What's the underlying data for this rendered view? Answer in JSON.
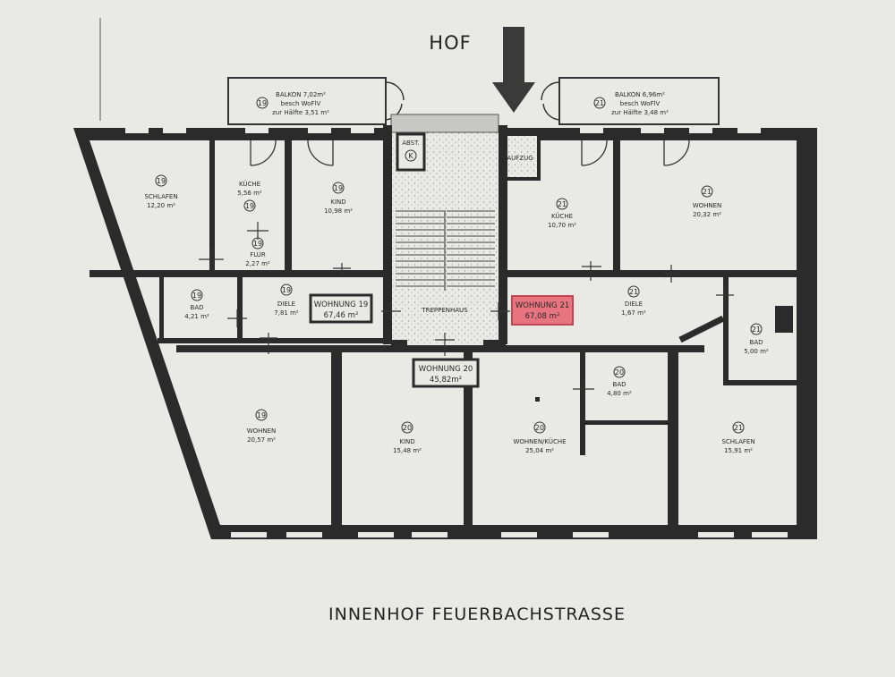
{
  "header": {
    "title": "HOF"
  },
  "footer": {
    "title": "INNENHOF FEUERBACHSTRASSE"
  },
  "balconies": [
    {
      "unit": "19",
      "label": "BALKON 7,02m²",
      "sub1": "besch WoFlV",
      "sub2": "zur Hälfte 3,51 m²"
    },
    {
      "unit": "21",
      "label": "BALKON 6,96m²",
      "sub1": "besch WoFlV",
      "sub2": "zur Hälfte 3,48 m²"
    }
  ],
  "rooms": [
    {
      "unit": "19",
      "name": "SCHLAFEN",
      "area": "12,20 m²"
    },
    {
      "unit": "19",
      "name": "KÜCHE",
      "area": "5,56 m²"
    },
    {
      "unit": "19",
      "name": "KIND",
      "area": "10,98 m²"
    },
    {
      "unit": "19",
      "name": "FLUR",
      "area": "2,27 m²"
    },
    {
      "unit": "19",
      "name": "BAD",
      "area": "4,21 m²"
    },
    {
      "unit": "19",
      "name": "DIELE",
      "area": "7,81 m²"
    },
    {
      "unit": "19",
      "name": "WOHNEN",
      "area": "20,57 m²"
    },
    {
      "unit": "20",
      "name": "KIND",
      "area": "15,48 m²"
    },
    {
      "unit": "20",
      "name": "WOHNEN/KÜCHE",
      "area": "25,04 m²"
    },
    {
      "unit": "20",
      "name": "BAD",
      "area": "4,80 m²"
    },
    {
      "unit": "21",
      "name": "KÜCHE",
      "area": "10,70 m²"
    },
    {
      "unit": "21",
      "name": "WOHNEN",
      "area": "20,32 m²"
    },
    {
      "unit": "21",
      "name": "DIELE",
      "area": "1,67 m²"
    },
    {
      "unit": "21",
      "name": "BAD",
      "area": "5,00 m²"
    },
    {
      "unit": "21",
      "name": "SCHLAFEN",
      "area": "15,91 m²"
    }
  ],
  "apartments": [
    {
      "label": "WOHNUNG 19",
      "area": "67,46 m²",
      "highlight": false
    },
    {
      "label": "WOHNUNG 20",
      "area": "45,82m²",
      "highlight": false
    },
    {
      "label": "WOHNUNG 21",
      "area": "67,08 m²",
      "highlight": true
    }
  ],
  "common": {
    "stairs": "TREPPENHAUS",
    "storage": "ABST.",
    "storage_mark": "K",
    "elevator": "AUFZUG"
  },
  "colors": {
    "wall": "#2b2b2b",
    "paper": "#e9e9e6",
    "highlight": "#e8747f"
  }
}
